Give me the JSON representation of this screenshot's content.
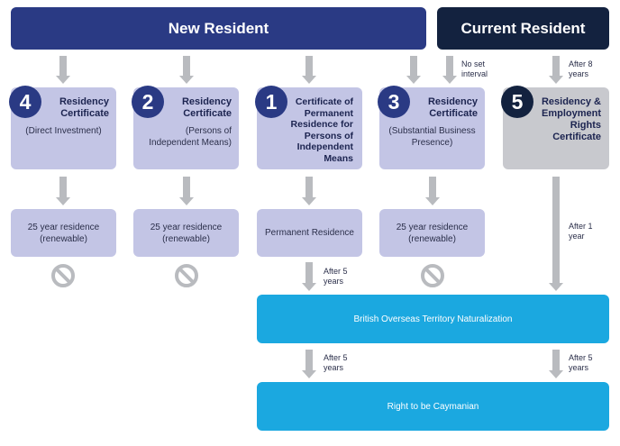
{
  "headers": {
    "new_resident": "New Resident",
    "current_resident": "Current Resident"
  },
  "certificates": [
    {
      "number": "4",
      "title_lines": [
        "Residency",
        "Certificate"
      ],
      "subtitle_lines": [
        "(Direct Investment)"
      ]
    },
    {
      "number": "2",
      "title_lines": [
        "Residency",
        "Certificate"
      ],
      "subtitle_lines": [
        "(Persons of",
        "Independent Means)"
      ]
    },
    {
      "number": "1",
      "title_lines": [
        "Certificate of",
        "Permanent",
        "Residence for",
        "Persons of",
        "Independent",
        "Means"
      ],
      "subtitle_lines": []
    },
    {
      "number": "3",
      "title_lines": [
        "Residency",
        "Certificate"
      ],
      "subtitle_lines": [
        "(Substantial Business",
        "Presence)"
      ]
    },
    {
      "number": "5",
      "title_lines": [
        "Residency &",
        "Employment",
        "Rights",
        "Certificate"
      ],
      "subtitle_lines": []
    }
  ],
  "outcomes": [
    {
      "text_lines": [
        "25 year residence",
        "(renewable)"
      ]
    },
    {
      "text_lines": [
        "25 year residence",
        "(renewable)"
      ]
    },
    {
      "text_lines": [
        "Permanent Residence"
      ]
    },
    {
      "text_lines": [
        "25 year residence",
        "(renewable)"
      ]
    }
  ],
  "interval_labels": {
    "no_set_interval": [
      "No set",
      "interval"
    ],
    "after_8_years": [
      "After 8",
      "years"
    ],
    "after_1_year": [
      "After 1",
      "year"
    ],
    "after_5_years_a": [
      "After 5",
      "years"
    ],
    "after_5_years_b": [
      "After 5",
      "years"
    ],
    "after_5_years_c": [
      "After 5",
      "years"
    ]
  },
  "naturalization": "British Overseas Territory Naturalization",
  "caymanian": "Right to be Caymanian",
  "colors": {
    "new_resident": "#2a3a84",
    "current_resident": "#13223f",
    "card": "#c3c5e5",
    "card_grey": "#c8c9ce",
    "blue": "#1ba8e0",
    "arrow": "#b9bbbf"
  },
  "icons": {
    "no_path": "prohibited-icon",
    "flow_arrow": "arrow-down-icon"
  }
}
